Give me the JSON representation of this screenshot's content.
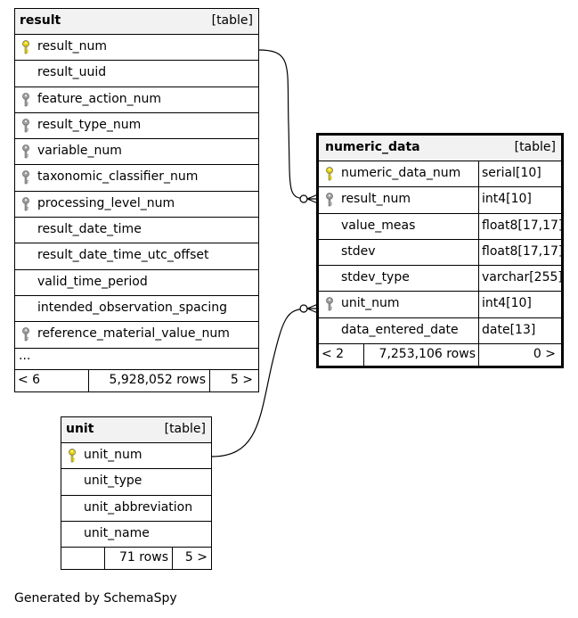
{
  "tables": {
    "result": {
      "name": "result",
      "kind": "[table]",
      "columns": [
        {
          "name": "result_num",
          "key": "primary"
        },
        {
          "name": "result_uuid",
          "key": "none"
        },
        {
          "name": "feature_action_num",
          "key": "foreign"
        },
        {
          "name": "result_type_num",
          "key": "foreign"
        },
        {
          "name": "variable_num",
          "key": "foreign"
        },
        {
          "name": "taxonomic_classifier_num",
          "key": "foreign"
        },
        {
          "name": "processing_level_num",
          "key": "foreign"
        },
        {
          "name": "result_date_time",
          "key": "none"
        },
        {
          "name": "result_date_time_utc_offset",
          "key": "none"
        },
        {
          "name": "valid_time_period",
          "key": "none"
        },
        {
          "name": "intended_observation_spacing",
          "key": "none"
        },
        {
          "name": "reference_material_value_num",
          "key": "foreign"
        }
      ],
      "more": "...",
      "footer": {
        "parents": "< 6",
        "rows": "5,928,052 rows",
        "children": "5 >"
      }
    },
    "numeric_data": {
      "name": "numeric_data",
      "kind": "[table]",
      "columns": [
        {
          "name": "numeric_data_num",
          "type": "serial[10]",
          "key": "primary"
        },
        {
          "name": "result_num",
          "type": "int4[10]",
          "key": "foreign"
        },
        {
          "name": "value_meas",
          "type": "float8[17,17]",
          "key": "none"
        },
        {
          "name": "stdev",
          "type": "float8[17,17]",
          "key": "none"
        },
        {
          "name": "stdev_type",
          "type": "varchar[255]",
          "key": "none"
        },
        {
          "name": "unit_num",
          "type": "int4[10]",
          "key": "foreign"
        },
        {
          "name": "data_entered_date",
          "type": "date[13]",
          "key": "none"
        }
      ],
      "footer": {
        "parents": "< 2",
        "rows": "7,253,106 rows",
        "children": "0 >"
      }
    },
    "unit": {
      "name": "unit",
      "kind": "[table]",
      "columns": [
        {
          "name": "unit_num",
          "key": "primary"
        },
        {
          "name": "unit_type",
          "key": "none"
        },
        {
          "name": "unit_abbreviation",
          "key": "none"
        },
        {
          "name": "unit_name",
          "key": "none"
        }
      ],
      "footer": {
        "parents": "",
        "rows": "71 rows",
        "children": "5 >"
      }
    }
  },
  "colors": {
    "primary_key": "#e8d400",
    "foreign_key": "#a0a0a0",
    "header_bg": "#f2f2f2"
  },
  "generated_by": "Generated by SchemaSpy"
}
